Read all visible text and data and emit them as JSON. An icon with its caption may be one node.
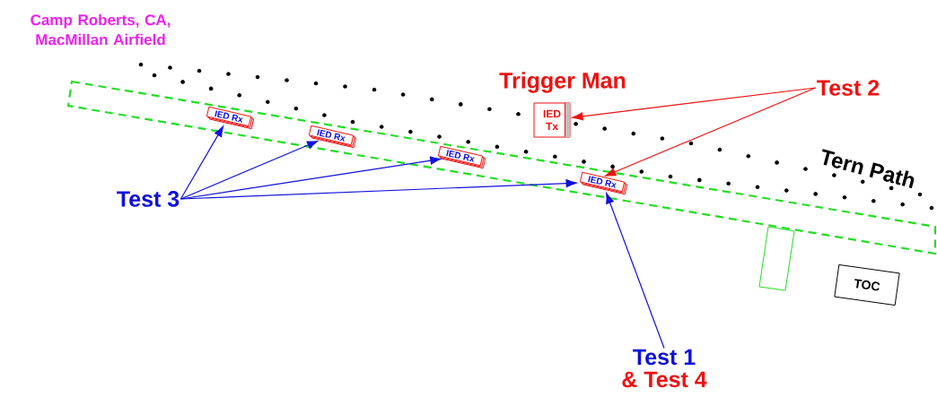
{
  "diagram": {
    "nodes": [
      {
        "text": [
          "IED Rx"
        ]
      },
      {
        "text": [
          "IED Rx"
        ]
      },
      {
        "text": [
          "IED Rx"
        ]
      },
      {
        "text": [
          "IED Rx"
        ]
      },
      {
        "text": [
          "Trigger Man",
          "IED Tx"
        ]
      },
      {
        "text": [
          "Test 2"
        ]
      },
      {
        "text": [
          "Test 3"
        ]
      },
      {
        "text": [
          "Test 1",
          "& Test 4"
        ]
      },
      {
        "text": [
          "TOC"
        ]
      }
    ],
    "edges": [
      {
        "from": 5,
        "to": 4,
        "arrow": "to",
        "color": "#ee1111"
      },
      {
        "from": 5,
        "to": 3,
        "arrow": "to",
        "color": "#ee1111"
      },
      {
        "from": 6,
        "to": 0,
        "arrow": "to"
      },
      {
        "from": 6,
        "to": 1,
        "arrow": "to"
      },
      {
        "from": 6,
        "to": 2,
        "arrow": "to"
      },
      {
        "from": 6,
        "to": 3,
        "arrow": "to"
      },
      {
        "from": 7,
        "to": 3,
        "arrow": "to"
      }
    ],
    "labels": [
      "Camp Roberts, CA, MacMillan Airfield",
      "Tern Path"
    ]
  }
}
